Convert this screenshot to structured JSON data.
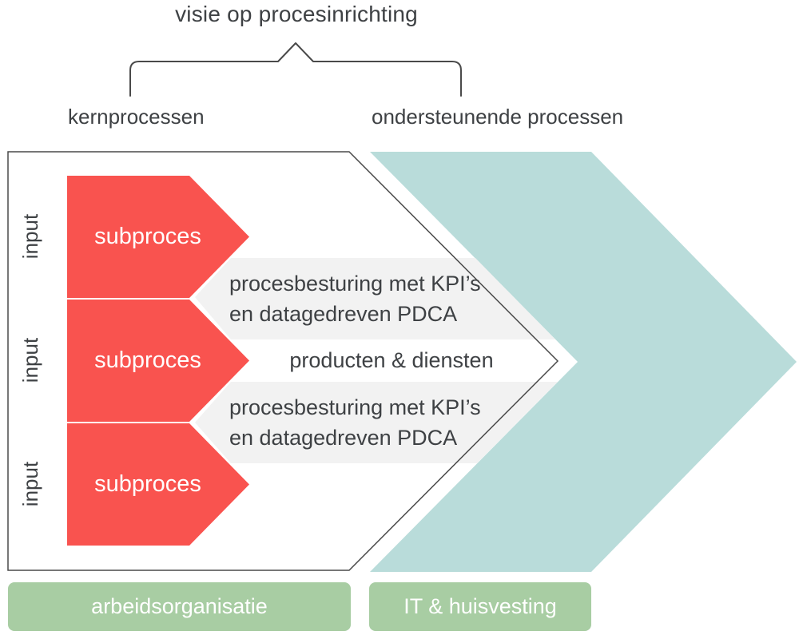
{
  "title": "visie op procesinrichting",
  "column_labels": {
    "core": "kernprocessen",
    "supporting": "ondersteunende processen"
  },
  "inputs": [
    "input",
    "input",
    "input"
  ],
  "subprocesses": [
    "subproces",
    "subproces",
    "subproces"
  ],
  "control_bands": [
    {
      "line1": "procesbesturing met KPI’s",
      "line2": "en datagedreven PDCA"
    },
    {
      "line1": "procesbesturing met KPI’s",
      "line2": "en datagedreven PDCA"
    }
  ],
  "output_label": "producten & diensten",
  "footer": {
    "left": "arbeidsorganisatie",
    "right": "IT & huisvesting"
  },
  "colors": {
    "red": "#f9534f",
    "teal": "#b9dcda",
    "band_gray": "#f2f2f2",
    "green": "#a8cda3",
    "line": "#4a4a4a",
    "text_dark": "#3e4144",
    "text_light": "#ffffff",
    "bg": "#ffffff"
  }
}
